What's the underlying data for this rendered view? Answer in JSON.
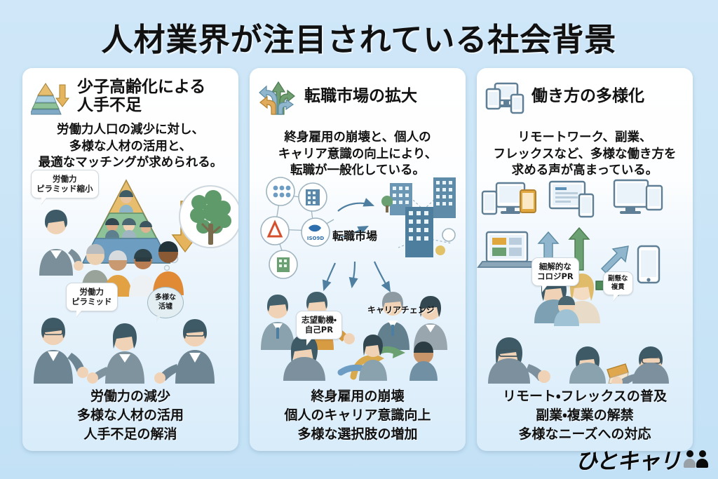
{
  "page": {
    "title": "人材業界が注目されている社会背景",
    "background_color": "#cbe5f7"
  },
  "logo": {
    "text": "ひとキャリ",
    "icon": "two-people-icon"
  },
  "cards": [
    {
      "id": "card-aging-society",
      "icon": "pyramid-declining-icon",
      "heading_line1": "少子高齢化による",
      "heading_line2": "人手不足",
      "lead_line1": "労働力人口の減少に対し、",
      "lead_line2": "多様な人材の活用と、",
      "lead_line3": "最適なマッチングが求められる。",
      "callouts": [
        {
          "id": "callout-pyramid-shrink",
          "text": "労働力\nピラミッド縮小",
          "shape": "rect"
        },
        {
          "id": "callout-labor-pyramid",
          "text": "労働力\nピラミッド",
          "shape": "rect"
        },
        {
          "id": "callout-diverse-field",
          "text": "多様な\n活墟",
          "shape": "oval"
        }
      ],
      "footer_line1": "労働力の減少",
      "footer_line2": "多様な人材の活用",
      "footer_line3": "人手不足の解消"
    },
    {
      "id": "card-job-change-market",
      "icon": "branching-arrows-icon",
      "heading_line1": "転職市場の拡大",
      "heading_line2": "",
      "lead_line1": "終身雇用の崩壊と、個人の",
      "lead_line2": "キャリア意識の向上により、",
      "lead_line3": "転職が一般化している。",
      "center_label": "転職市場",
      "callouts": [
        {
          "id": "callout-motivation-pr",
          "text": "志望動機・\n自己PR",
          "shape": "rect"
        },
        {
          "id": "label-career-change",
          "text": "キャリアチェンジ",
          "shape": "plain"
        }
      ],
      "footer_line1": "終身雇用の崩壊",
      "footer_line2": "個人のキャリア意識向上",
      "footer_line3": "多様な選択肢の増加"
    },
    {
      "id": "card-work-style-diversity",
      "icon": "multi-device-icon",
      "heading_line1": "働き方の多様化",
      "heading_line2": "",
      "lead_line1": "リモートワーク、副業、",
      "lead_line2": "フレックスなど、多様な働き方を",
      "lead_line3": "求める声が高まっている。",
      "callouts": [
        {
          "id": "callout-detail-pr",
          "text": "細解的な\nコロジPR",
          "shape": "rect"
        },
        {
          "id": "callout-side-work",
          "text": "副懸な\n複貫",
          "shape": "rect"
        }
      ],
      "footer_line1": "リモート・フレックスの普及",
      "footer_line2": "副業・複業の解禁",
      "footer_line3": "多様なニーズへの対応"
    }
  ],
  "colors": {
    "title_text": "#111111",
    "card_bg_top": "#ffffff",
    "card_bg_bottom": "#d8ecfa",
    "accent_green": "#6aa86f",
    "accent_blue": "#5f92b8",
    "accent_orange": "#e0a84e",
    "slate": "#5e7f96"
  }
}
